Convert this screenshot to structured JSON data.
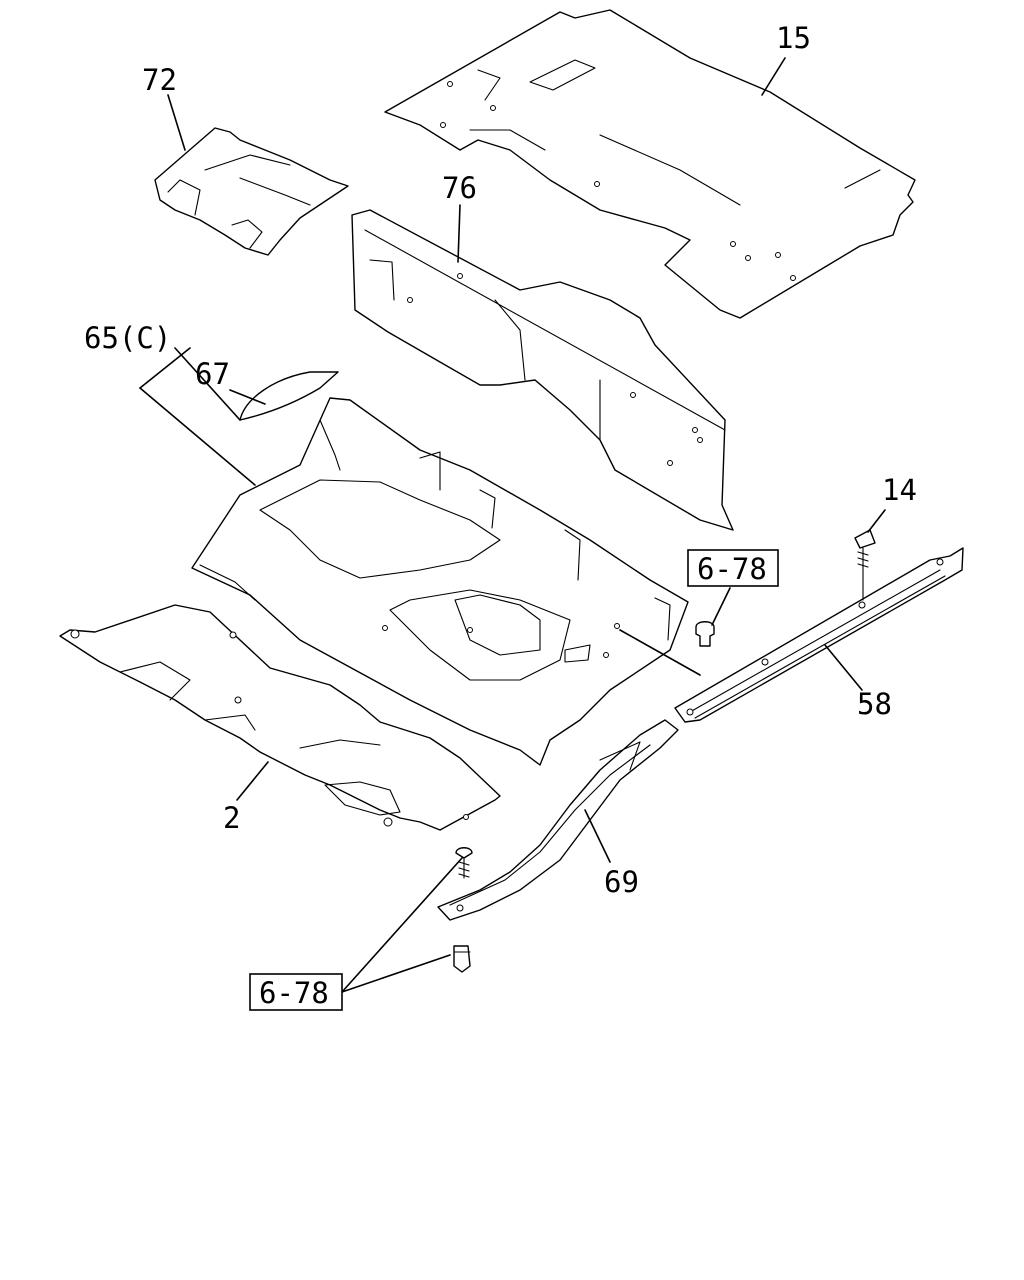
{
  "diagram": {
    "labels": {
      "p15": "15",
      "p72": "72",
      "p76": "76",
      "p65": "65(C)",
      "p67": "67",
      "p14": "14",
      "p58": "58",
      "p2": "2",
      "p69": "69",
      "ref_upper": "6-78",
      "ref_lower": "6-78"
    }
  }
}
